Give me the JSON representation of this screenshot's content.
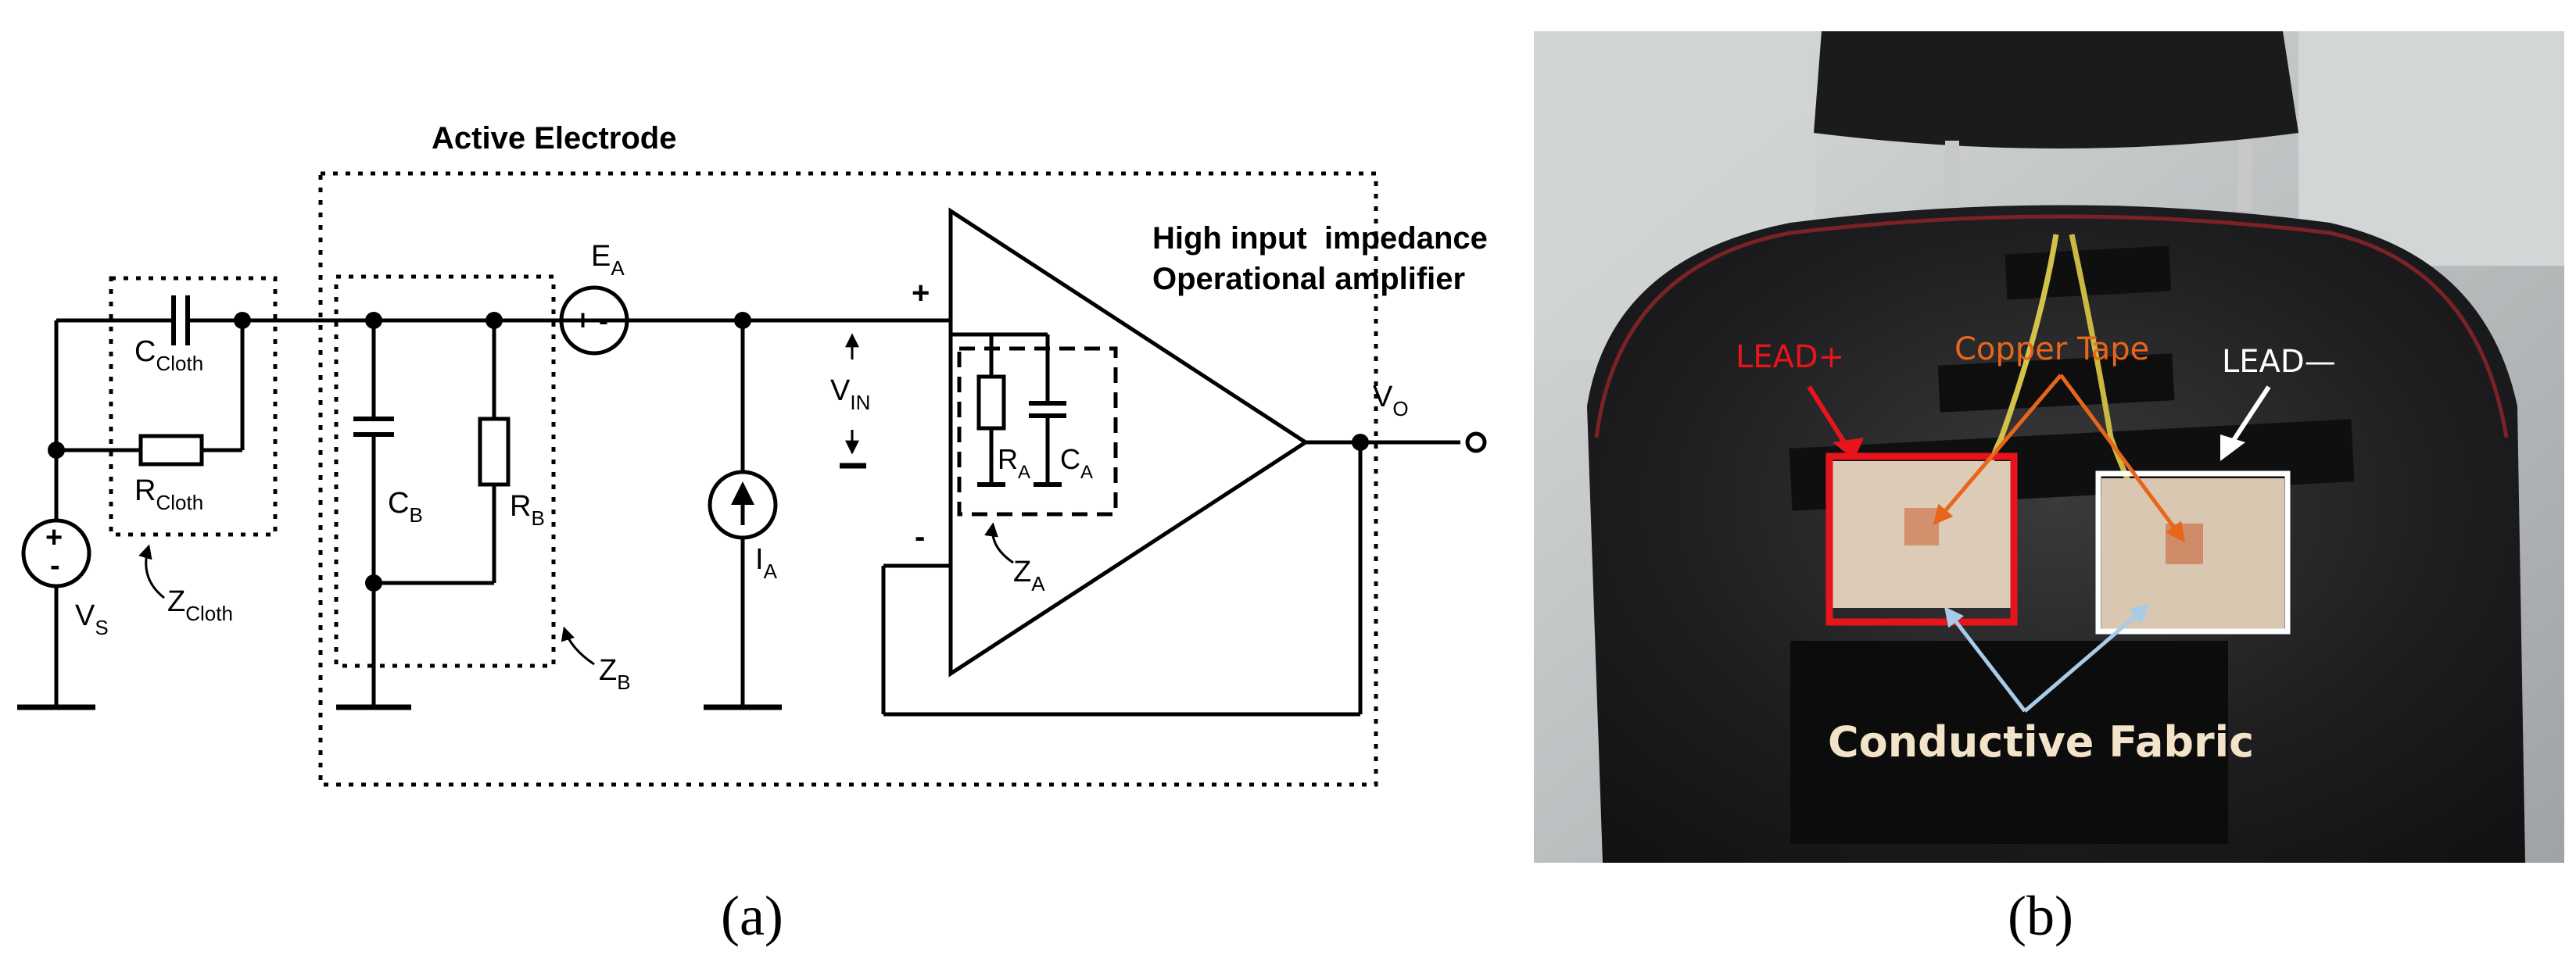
{
  "panel_a": {
    "caption": "(a)",
    "active_electrode_label": "Active Electrode",
    "opamp_label_line1": "High input  impedance",
    "opamp_label_line2": "Operational amplifier",
    "source_label": "V",
    "source_sub": "S",
    "cloth_cap_label": "C",
    "cloth_cap_sub": "Cloth",
    "cloth_res_label": "R",
    "cloth_res_sub": "Cloth",
    "cloth_z_label": "Z",
    "cloth_z_sub": "Cloth",
    "cb_label": "C",
    "cb_sub": "B",
    "rb_label": "R",
    "rb_sub": "B",
    "zb_label": "Z",
    "zb_sub": "B",
    "ea_label": "E",
    "ea_sub": "A",
    "ea_symbol": "+ -",
    "ia_label": "I",
    "ia_sub": "A",
    "vin_label": "V",
    "vin_sub": "IN",
    "ra_label": "R",
    "ra_sub": "A",
    "ca_label": "C",
    "ca_sub": "A",
    "za_label": "Z",
    "za_sub": "A",
    "vo_label": "V",
    "vo_sub": "O",
    "plus_input": "+",
    "minus_input": "-",
    "source_plus": "+",
    "source_minus": "-"
  },
  "panel_b": {
    "caption": "(b)",
    "lead_plus": "LEAD+",
    "copper_tape": "Copper Tape",
    "lead_minus": "LEAD—",
    "conductive_fabric": "Conductive Fabric",
    "colors": {
      "lead_plus": "#e8141c",
      "copper_tape": "#e8661a",
      "lead_minus": "#ffffff",
      "fabric_arrow": "#a8cce8",
      "fabric_text": "#f3e3c8"
    }
  }
}
